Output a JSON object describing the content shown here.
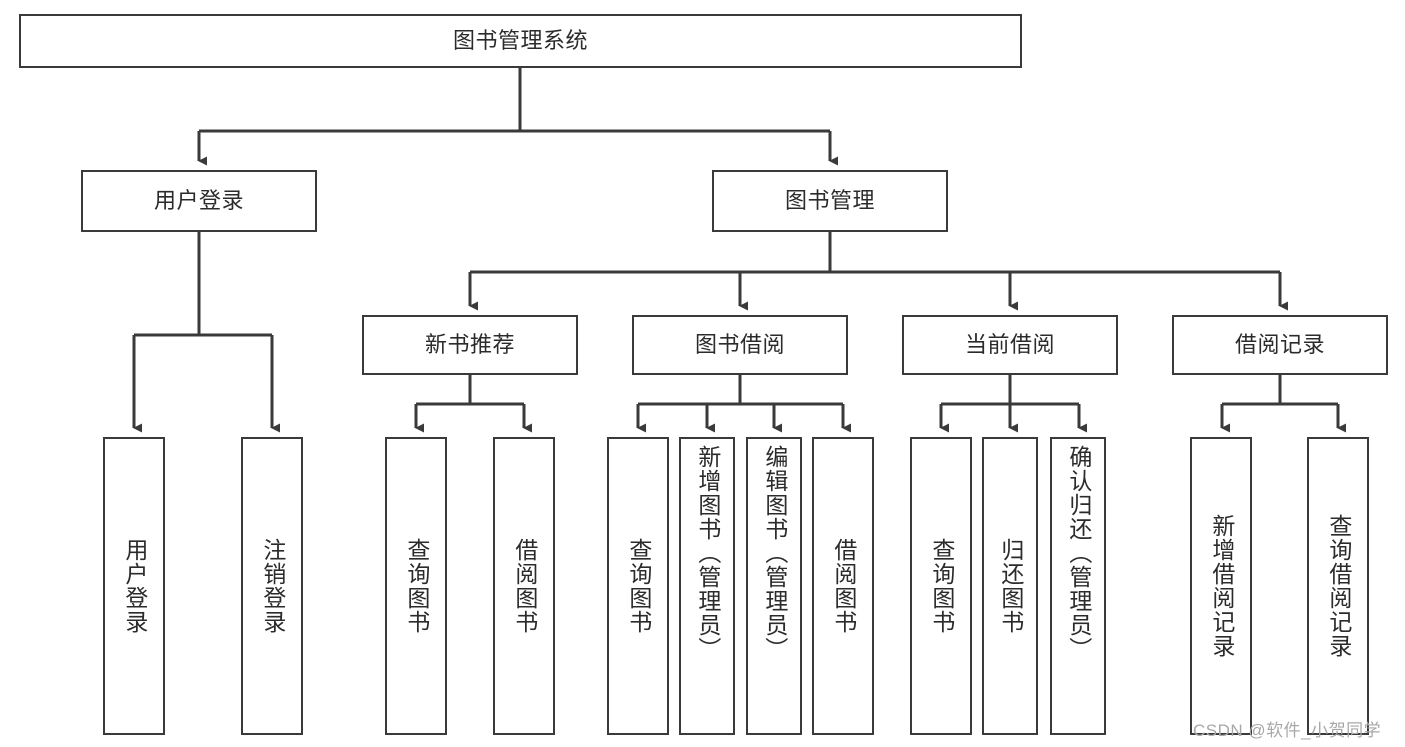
{
  "diagram": {
    "title": "图书管理系统",
    "type": "hierarchy-tree",
    "levels": 4,
    "colors": {
      "box_border": "#3a3a3a",
      "box_fill": "#ffffff",
      "edge": "#3a3a3a",
      "text": "#2b2b2b",
      "watermark": "#a8a8a8",
      "background": "#ffffff"
    },
    "nodes": {
      "root": {
        "label": "图书管理系统"
      },
      "level2": [
        {
          "id": "user-login",
          "label": "用户登录"
        },
        {
          "id": "book-management",
          "label": "图书管理"
        }
      ],
      "level3": [
        {
          "id": "new-book-recommend",
          "label": "新书推荐"
        },
        {
          "id": "book-borrow",
          "label": "图书借阅"
        },
        {
          "id": "current-borrow",
          "label": "当前借阅"
        },
        {
          "id": "borrow-record",
          "label": "借阅记录"
        }
      ],
      "leaves": {
        "user_login": [
          {
            "id": "leaf-user-login",
            "label": "用户登录"
          },
          {
            "id": "leaf-logout-login",
            "label": "注销登录"
          }
        ],
        "new_book_recommend": [
          {
            "id": "leaf-query-book-1",
            "label": "查询图书"
          },
          {
            "id": "leaf-borrow-book-1",
            "label": "借阅图书"
          }
        ],
        "book_borrow": [
          {
            "id": "leaf-query-book-2",
            "label": "查询图书"
          },
          {
            "id": "leaf-add-book",
            "label": "新增图书（管理员）"
          },
          {
            "id": "leaf-edit-book",
            "label": "编辑图书（管理员）"
          },
          {
            "id": "leaf-borrow-book-2",
            "label": "借阅图书"
          }
        ],
        "current_borrow": [
          {
            "id": "leaf-query-book-3",
            "label": "查询图书"
          },
          {
            "id": "leaf-return-book",
            "label": "归还图书"
          },
          {
            "id": "leaf-confirm-return",
            "label": "确认归还（管理员）"
          }
        ],
        "borrow_record": [
          {
            "id": "leaf-add-record",
            "label": "新增借阅记录"
          },
          {
            "id": "leaf-query-record",
            "label": "查询借阅记录"
          }
        ]
      }
    },
    "watermark": "CSDN @软件_小贺同学"
  }
}
